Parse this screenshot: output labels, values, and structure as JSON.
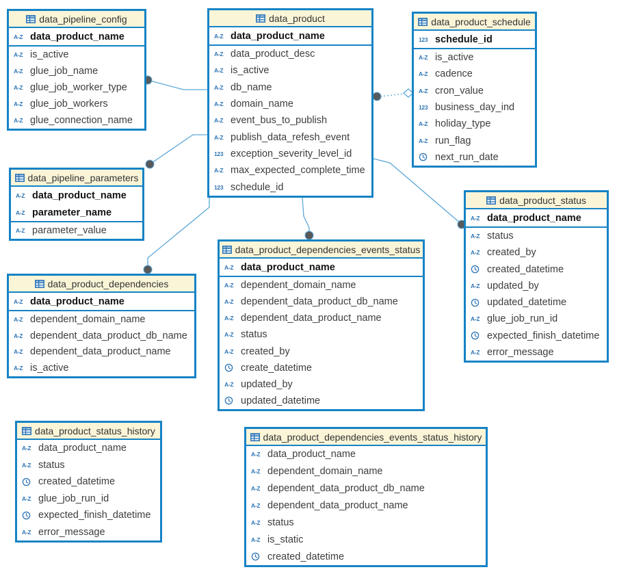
{
  "diagram": {
    "colors": {
      "table_border": "#1583c5",
      "header_background": "#fbf5d8",
      "type_icon_blue": "#2e75b5",
      "connection_line": "#5aa7d8",
      "connector_dot": "#58595b"
    },
    "tables": [
      {
        "title": "data_pipeline_config",
        "keys": [
          {
            "type": "text",
            "name": "data_product_name"
          }
        ],
        "fields": [
          {
            "type": "text",
            "name": "is_active"
          },
          {
            "type": "text",
            "name": "glue_job_name"
          },
          {
            "type": "text",
            "name": "glue_job_worker_type"
          },
          {
            "type": "text",
            "name": "glue_job_workers"
          },
          {
            "type": "text",
            "name": "glue_connection_name"
          }
        ]
      },
      {
        "title": "data_product",
        "keys": [
          {
            "type": "text",
            "name": "data_product_name"
          }
        ],
        "fields": [
          {
            "type": "text",
            "name": "data_product_desc"
          },
          {
            "type": "text",
            "name": "is_active"
          },
          {
            "type": "text",
            "name": "db_name"
          },
          {
            "type": "text",
            "name": "domain_name"
          },
          {
            "type": "text",
            "name": "event_bus_to_publish"
          },
          {
            "type": "text",
            "name": "publish_data_refesh_event"
          },
          {
            "type": "number",
            "name": "exception_severity_level_id"
          },
          {
            "type": "text",
            "name": "max_expected_complete_time"
          },
          {
            "type": "number",
            "name": "schedule_id"
          }
        ]
      },
      {
        "title": "data_product_schedule",
        "keys": [
          {
            "type": "number",
            "name": "schedule_id"
          }
        ],
        "fields": [
          {
            "type": "text",
            "name": "is_active"
          },
          {
            "type": "text",
            "name": "cadence"
          },
          {
            "type": "text",
            "name": "cron_value"
          },
          {
            "type": "number",
            "name": "business_day_ind"
          },
          {
            "type": "text",
            "name": "holiday_type"
          },
          {
            "type": "text",
            "name": "run_flag"
          },
          {
            "type": "datetime",
            "name": "next_run_date"
          }
        ]
      },
      {
        "title": "data_pipeline_parameters",
        "keys": [
          {
            "type": "text",
            "name": "data_product_name"
          },
          {
            "type": "text",
            "name": "parameter_name"
          }
        ],
        "fields": [
          {
            "type": "text",
            "name": "parameter_value"
          }
        ]
      },
      {
        "title": "data_product_status",
        "keys": [
          {
            "type": "text",
            "name": "data_product_name"
          }
        ],
        "fields": [
          {
            "type": "text",
            "name": "status"
          },
          {
            "type": "text",
            "name": "created_by"
          },
          {
            "type": "datetime",
            "name": "created_datetime"
          },
          {
            "type": "text",
            "name": "updated_by"
          },
          {
            "type": "datetime",
            "name": "updated_datetime"
          },
          {
            "type": "text",
            "name": "glue_job_run_id"
          },
          {
            "type": "datetime",
            "name": "expected_finish_datetime"
          },
          {
            "type": "text",
            "name": "error_message"
          }
        ]
      },
      {
        "title": "data_product_dependencies",
        "keys": [
          {
            "type": "text",
            "name": "data_product_name"
          }
        ],
        "fields": [
          {
            "type": "text",
            "name": "dependent_domain_name"
          },
          {
            "type": "text",
            "name": "dependent_data_product_db_name"
          },
          {
            "type": "text",
            "name": "dependent_data_product_name"
          },
          {
            "type": "text",
            "name": "is_active"
          }
        ]
      },
      {
        "title": "data_product_dependencies_events_status",
        "keys": [
          {
            "type": "text",
            "name": "data_product_name"
          }
        ],
        "fields": [
          {
            "type": "text",
            "name": "dependent_domain_name"
          },
          {
            "type": "text",
            "name": "dependent_data_product_db_name"
          },
          {
            "type": "text",
            "name": "dependent_data_product_name"
          },
          {
            "type": "text",
            "name": "status"
          },
          {
            "type": "text",
            "name": "created_by"
          },
          {
            "type": "datetime",
            "name": "create_datetime"
          },
          {
            "type": "text",
            "name": "updated_by"
          },
          {
            "type": "datetime",
            "name": "updated_datetime"
          }
        ]
      },
      {
        "title": "data_product_status_history",
        "keys": [],
        "fields": [
          {
            "type": "text",
            "name": "data_product_name"
          },
          {
            "type": "text",
            "name": "status"
          },
          {
            "type": "datetime",
            "name": "created_datetime"
          },
          {
            "type": "text",
            "name": "glue_job_run_id"
          },
          {
            "type": "datetime",
            "name": "expected_finish_datetime"
          },
          {
            "type": "text",
            "name": "error_message"
          }
        ]
      },
      {
        "title": "data_product_dependencies_events_status_history",
        "keys": [],
        "fields": [
          {
            "type": "text",
            "name": "data_product_name"
          },
          {
            "type": "text",
            "name": "dependent_domain_name"
          },
          {
            "type": "text",
            "name": "dependent_data_product_db_name"
          },
          {
            "type": "text",
            "name": "dependent_data_product_name"
          },
          {
            "type": "text",
            "name": "status"
          },
          {
            "type": "text",
            "name": "is_static"
          },
          {
            "type": "datetime",
            "name": "created_datetime"
          }
        ]
      }
    ],
    "type_icons": {
      "text": "A-Z",
      "number": "123",
      "datetime": "clock-icon",
      "header": "table-icon"
    },
    "connections": [
      {
        "from": "data_pipeline_config",
        "to": "data_product",
        "line": "solid",
        "from_marker": "circle",
        "to_marker": "none"
      },
      {
        "from": "data_pipeline_parameters",
        "to": "data_product",
        "line": "solid",
        "from_marker": "circle",
        "to_marker": "none"
      },
      {
        "from": "data_product",
        "to": "data_product_schedule",
        "line": "dotted",
        "from_marker": "circle",
        "to_marker": "open-diamond"
      },
      {
        "from": "data_product",
        "to": "data_product_status",
        "line": "solid",
        "from_marker": "none",
        "to_marker": "circle"
      },
      {
        "from": "data_product",
        "to": "data_product_dependencies",
        "line": "solid",
        "from_marker": "none",
        "to_marker": "circle"
      },
      {
        "from": "data_product",
        "to": "data_product_dependencies_events_status",
        "line": "solid",
        "from_marker": "none",
        "to_marker": "circle"
      }
    ]
  }
}
